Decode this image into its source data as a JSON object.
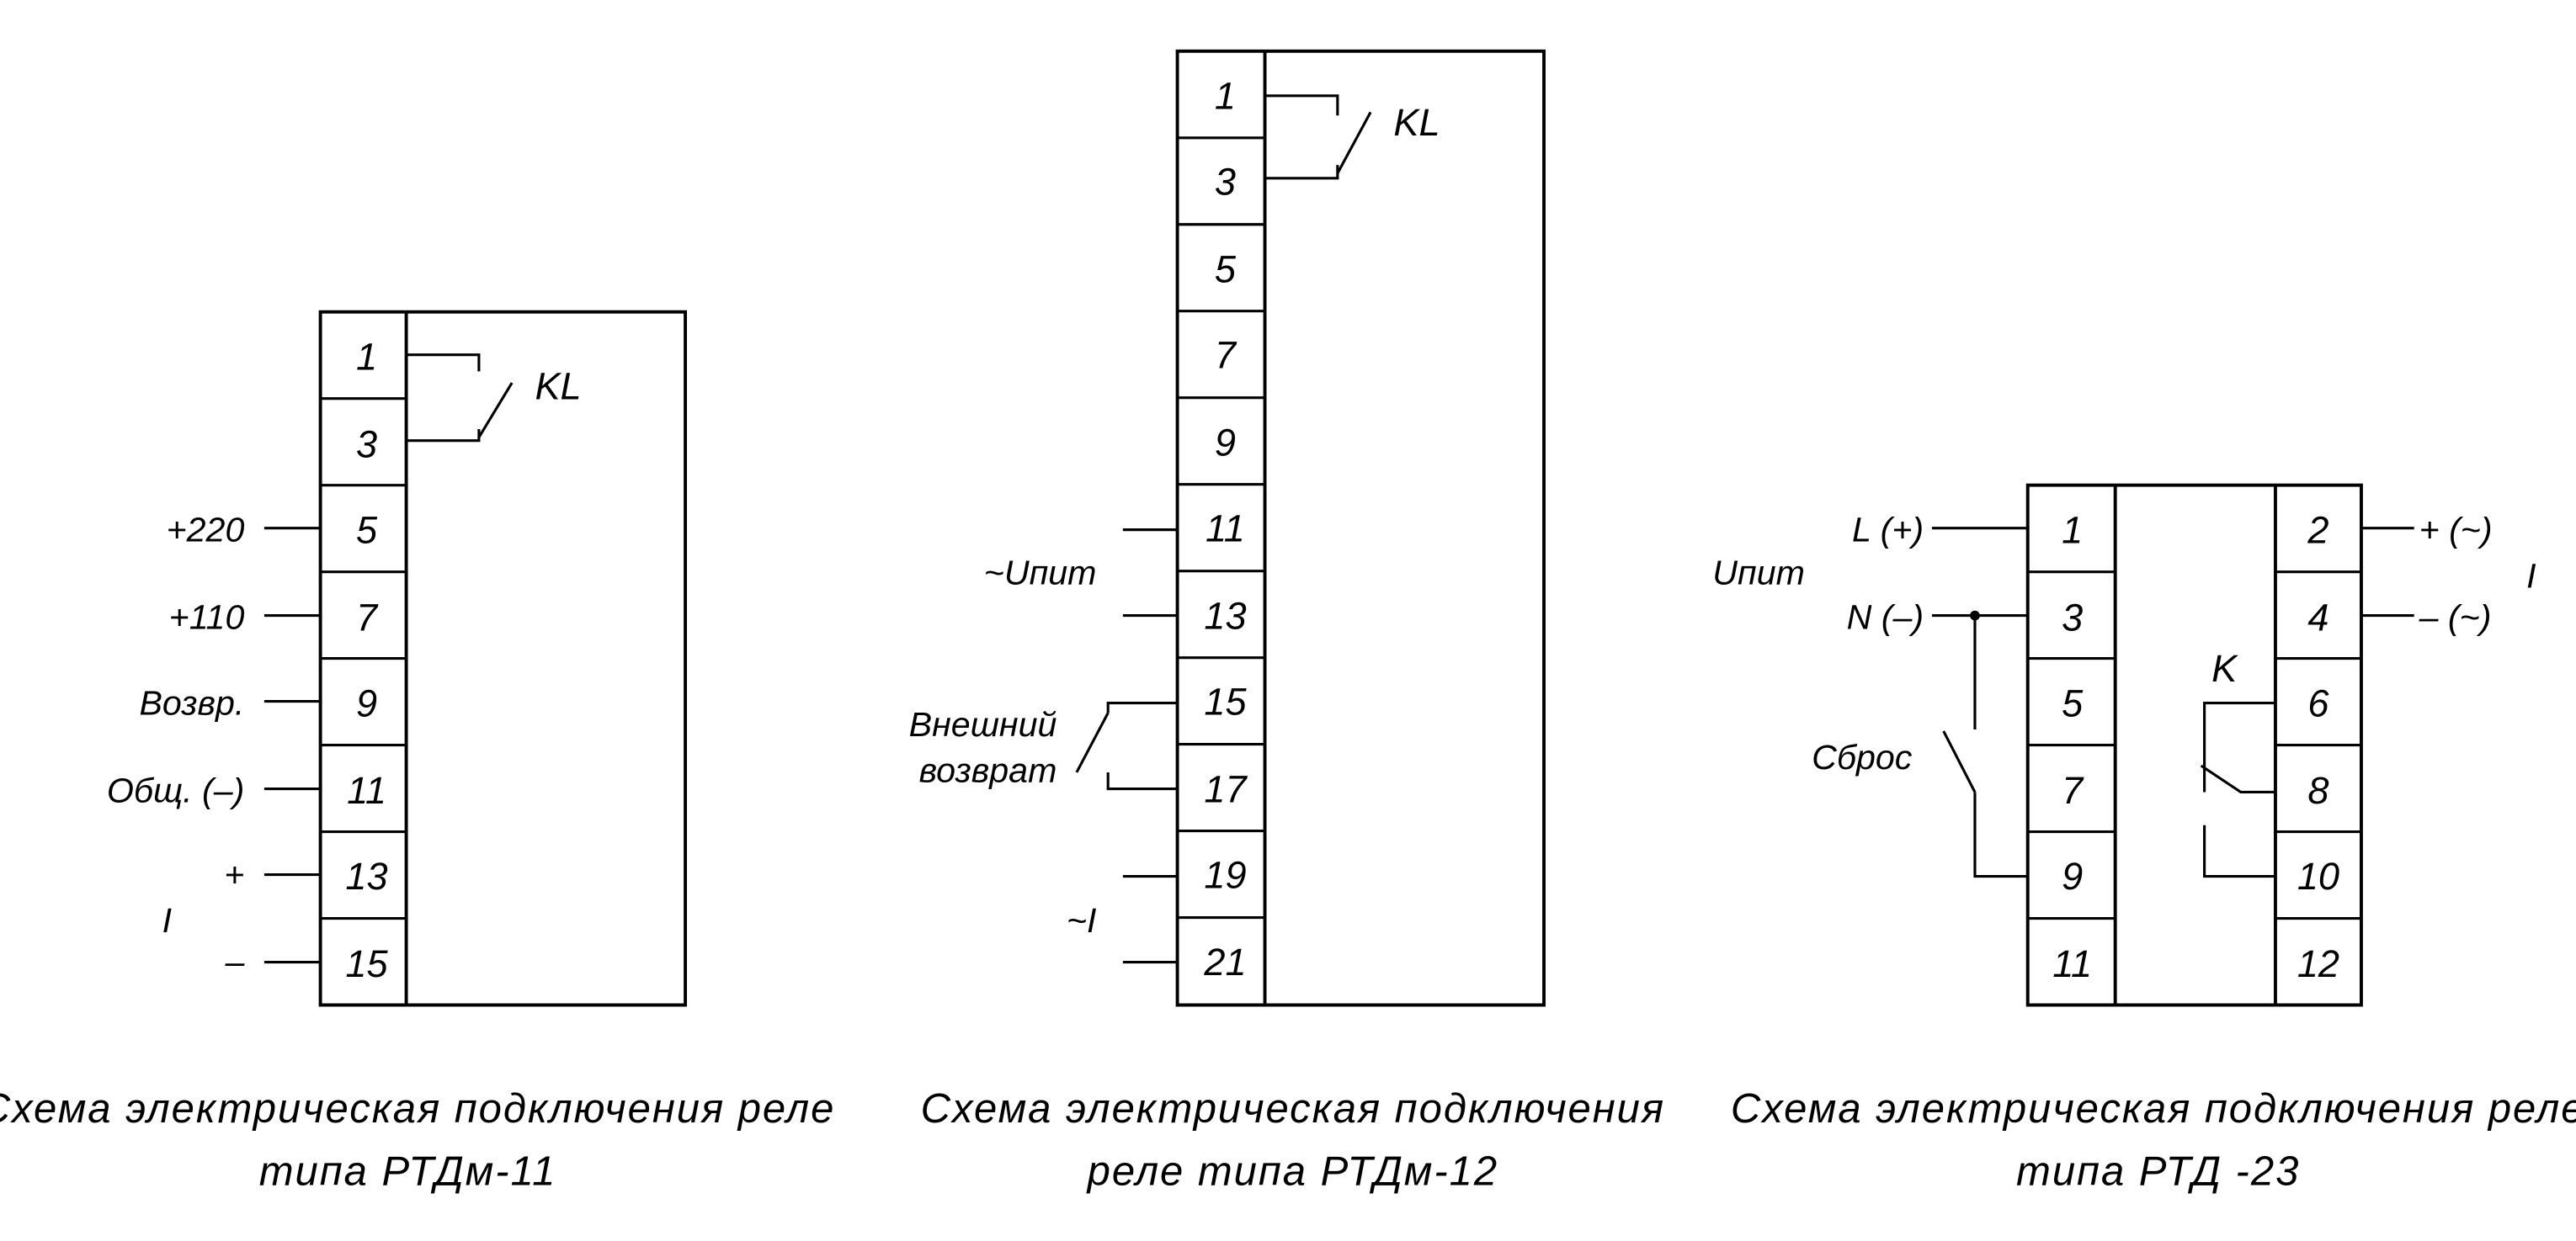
{
  "diagram1": {
    "terminals": [
      "1",
      "3",
      "5",
      "7",
      "9",
      "11",
      "13",
      "15"
    ],
    "contact_label": "KL",
    "labels": {
      "t5": "+220",
      "t7": "+110",
      "t9": "Возвр.",
      "t11": "Общ. (–)",
      "t13": "+",
      "t15": "–",
      "current": "I"
    },
    "caption": [
      "Схема электрическая подключения реле",
      "типа РТДм-11"
    ]
  },
  "diagram2": {
    "terminals": [
      "1",
      "3",
      "5",
      "7",
      "9",
      "11",
      "13",
      "15",
      "17",
      "19",
      "21"
    ],
    "contact_label": "KL",
    "labels": {
      "supply": "~Uпит",
      "reset_line1": "Внешний",
      "reset_line2": "возврат",
      "current": "~I"
    },
    "caption": [
      "Схема электрическая подключения",
      "реле типа РТДм-12"
    ]
  },
  "diagram3": {
    "left_terminals": [
      "1",
      "3",
      "5",
      "7",
      "9",
      "11"
    ],
    "right_terminals": [
      "2",
      "4",
      "6",
      "8",
      "10",
      "12"
    ],
    "contact_label": "K",
    "labels": {
      "supply": "Uпит",
      "l": "L (+)",
      "n": "N (–)",
      "reset": "Сброс",
      "out_plus": "+ (~)",
      "out_minus": "– (~)",
      "current": "I"
    },
    "caption": [
      "Схема электрическая подключения реле",
      "типа РТД -23"
    ]
  }
}
